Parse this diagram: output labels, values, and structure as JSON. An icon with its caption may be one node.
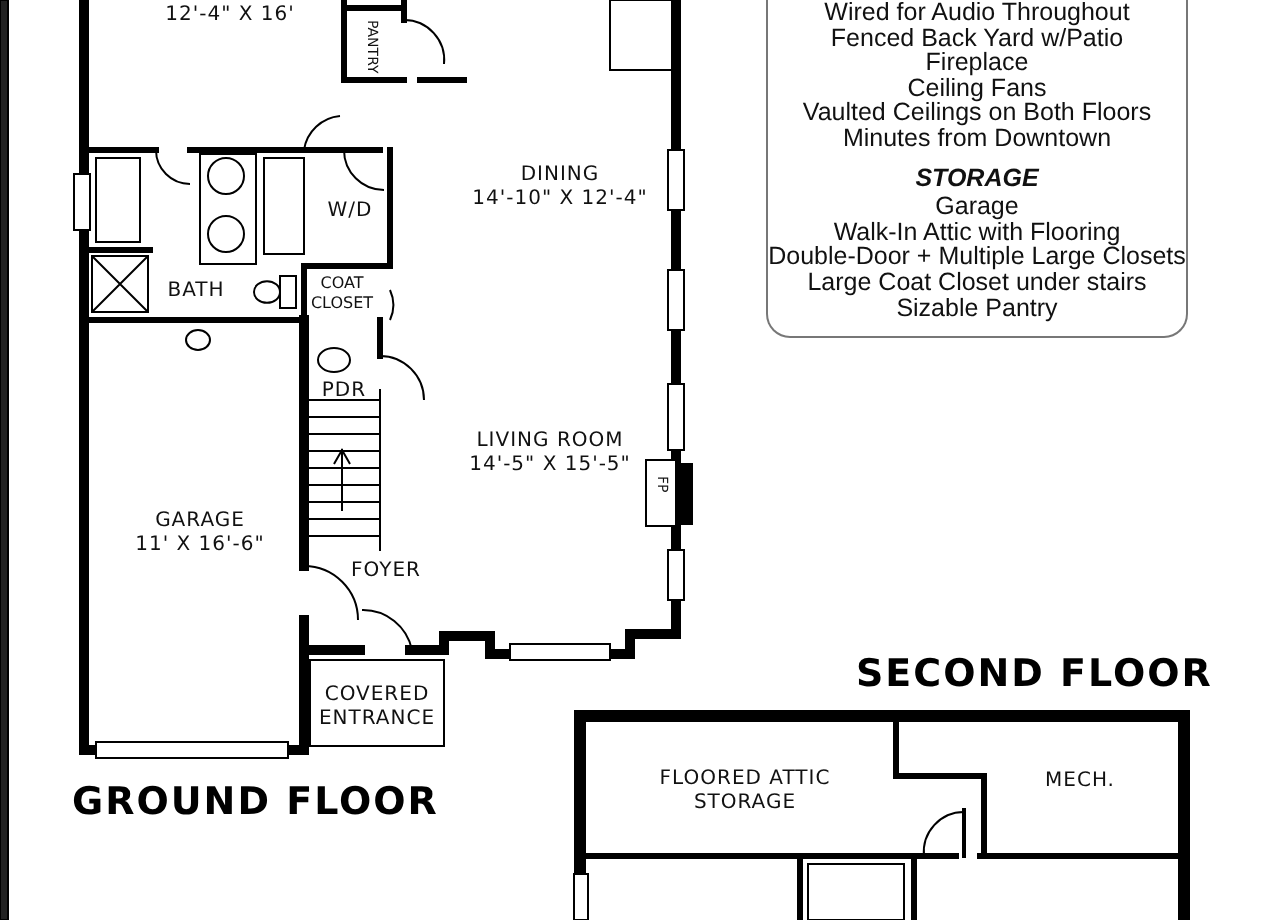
{
  "diagram": {
    "nodes": [
      {
        "text": [
          "12'-4\" X 16'"
        ]
      },
      {
        "text": [
          "PANTRY"
        ]
      },
      {
        "text": [
          "DINING",
          "14'-10\" X 12'-4\""
        ]
      },
      {
        "text": [
          "W/D"
        ]
      },
      {
        "text": [
          "BATH"
        ]
      },
      {
        "text": [
          "COAT CLOSET"
        ]
      },
      {
        "text": [
          "PDR"
        ]
      },
      {
        "text": [
          "LIVING ROOM",
          "14'-5\" X 15'-5\""
        ]
      },
      {
        "text": [
          "FP"
        ]
      },
      {
        "text": [
          "GARAGE",
          "11' X 16'-6\""
        ]
      },
      {
        "text": [
          "FOYER"
        ]
      },
      {
        "text": [
          "COVERED ENTRANCE"
        ]
      },
      {
        "text": [
          "Wired for Audio Throughout",
          "Fenced Back Yard w/Patio",
          "Fireplace",
          "Ceiling Fans",
          "Vaulted Ceilings on Both Floors",
          "Minutes from Downtown",
          "STORAGE",
          "Garage",
          "Walk-In Attic with Flooring",
          "Double-Door + Multiple Large Closets",
          "Large Coat Closet under stairs",
          "Sizable Pantry"
        ]
      },
      {
        "text": [
          "FLOORED ATTIC STORAGE"
        ]
      },
      {
        "text": [
          "MECH."
        ]
      }
    ],
    "labels": [
      "GROUND FLOOR",
      "SECOND FLOOR"
    ]
  }
}
